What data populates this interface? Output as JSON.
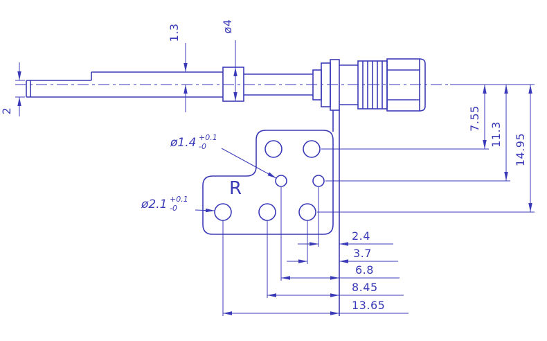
{
  "colors": {
    "line": "#3a3ab8",
    "background": "#ffffff"
  },
  "dimensions": {
    "lead_thickness": "2",
    "pin_offset": "1.3",
    "collar_dia": "ø4",
    "hole_row1_offset": "7.55",
    "hole_row2_offset": "11.3",
    "hole_row3_offset": "14.95",
    "edge_to_hole_1": "2.4",
    "edge_to_hole_2": "3.7",
    "edge_to_hole_3": "6.8",
    "edge_to_hole_4": "8.45",
    "edge_to_hole_5": "13.65"
  },
  "labels": {
    "small_hole": {
      "diameter": "ø1.4",
      "tol_plus": "+0.1",
      "tol_minus": "-0"
    },
    "large_hole": {
      "diameter": "ø2.1",
      "tol_plus": "+0.1",
      "tol_minus": "-0"
    },
    "marking": "R"
  }
}
